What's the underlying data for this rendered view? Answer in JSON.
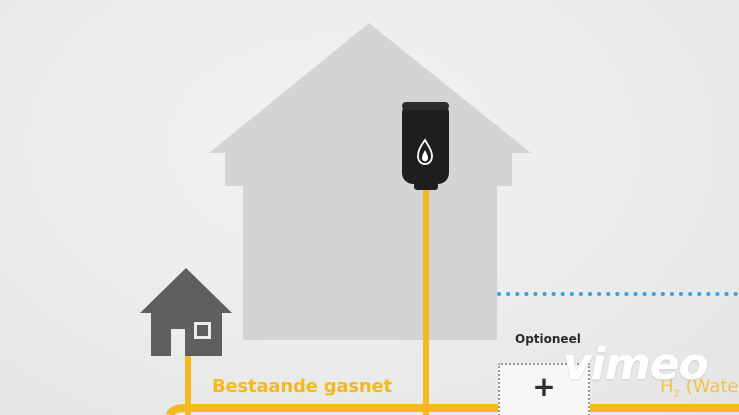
{
  "labels": {
    "gasnet": "Bestaande gasnet",
    "optional": "Optioneel",
    "optional_plus": "+",
    "h2_prefix": "H",
    "h2_sub": "2",
    "h2_suffix": " (Wate"
  },
  "watermark": {
    "text": "vimeo"
  },
  "icons": {
    "large_house": "house-silhouette",
    "small_house": "small-house-icon",
    "boiler": "boiler-icon",
    "flame": "flame-icon"
  },
  "colors": {
    "background": "#ececeb",
    "large_house": "#d3d3d3",
    "small_house": "#5e5e5e",
    "boiler": "#1f1f1f",
    "gas_pipe": "#f5b820",
    "dotted_line": "#3ea0dc",
    "optional_border": "#9a9a9a",
    "watermark": "#ffffff"
  }
}
